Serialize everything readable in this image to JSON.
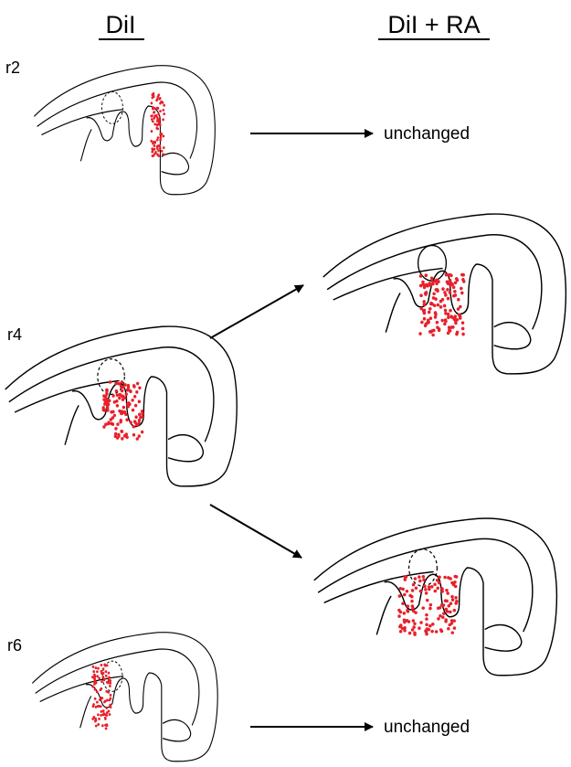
{
  "headers": {
    "left": "DiI",
    "right": "DiI + RA"
  },
  "rows": [
    {
      "label": "r2",
      "result": "unchanged"
    },
    {
      "label": "r4"
    },
    {
      "label": "r6",
      "result": "unchanged"
    }
  ],
  "colors": {
    "label_dots": "#e8202a",
    "outline": "#000000"
  }
}
